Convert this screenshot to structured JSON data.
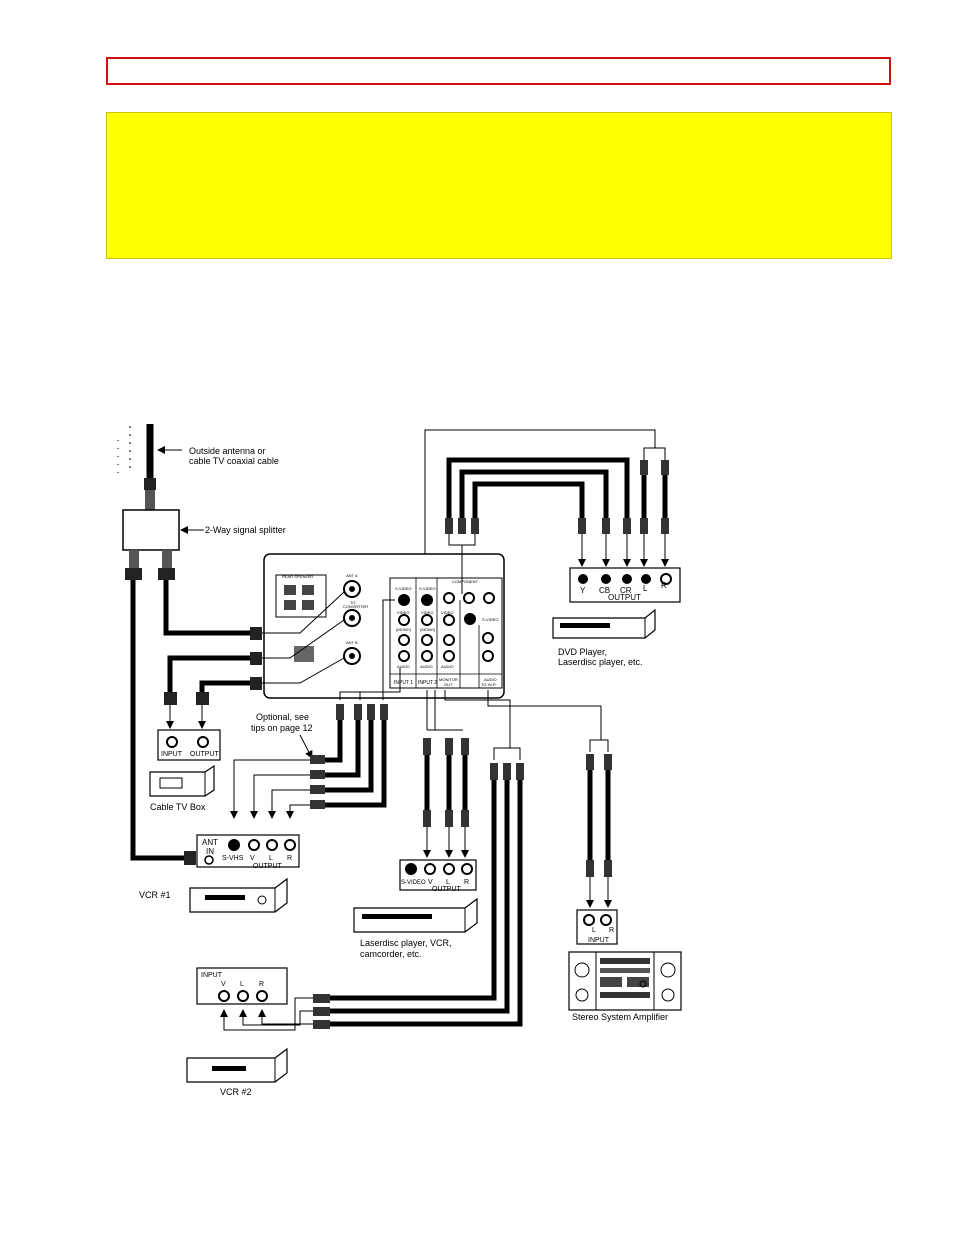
{
  "labels": {
    "antenna": [
      "Outside antenna or",
      "cable TV coaxial cable"
    ],
    "splitter": "2-Way signal splitter",
    "cable_box": "Cable TV Box",
    "cable_box_input": "INPUT",
    "cable_box_output": "OUTPUT",
    "optional_tips": [
      "Optional, see",
      "tips on page 12"
    ],
    "vcr1": "VCR #1",
    "vcr1_ant_in": [
      "ANT",
      "IN"
    ],
    "vcr1_jacks": [
      "S-VHS",
      "V",
      "L",
      "R"
    ],
    "vcr1_output": "OUTPUT",
    "vcr2": "VCR #2",
    "vcr2_input": "INPUT",
    "vcr2_jacks": [
      "V",
      "L",
      "R"
    ],
    "dvd_jacks": [
      "Y",
      "CB",
      "CR",
      "L",
      "R"
    ],
    "dvd_output": "OUTPUT",
    "dvd_player": [
      "DVD Player,",
      "Laserdisc player, etc."
    ],
    "laser_jacks": [
      "S-VIDEO",
      "V",
      "L",
      "R"
    ],
    "laser_output": "OUTPUT",
    "laser_player": [
      "Laserdisc player, VCR,",
      "camcorder, etc."
    ],
    "stereo_input": "INPUT",
    "stereo_jacks": [
      "L",
      "R"
    ],
    "stereo_amp": "Stereo System Amplifier",
    "tv_panel": {
      "rear_speaker": "REAR SPEAKER",
      "ant_a": "ANT A",
      "to_converter": [
        "TO",
        "CONVERTER"
      ],
      "ant_b": "ANT B",
      "s_video": "S-VIDEO",
      "component": "COMPONENT",
      "video": "VIDEO",
      "mono": "(MONO)",
      "audio": "AUDIO",
      "input1": "INPUT 1",
      "input2": "INPUT 2",
      "monitor_out": [
        "MONITOR",
        "OUT"
      ],
      "audio_to_hifi": [
        "AUDIO",
        "TO HI-FI"
      ]
    }
  }
}
